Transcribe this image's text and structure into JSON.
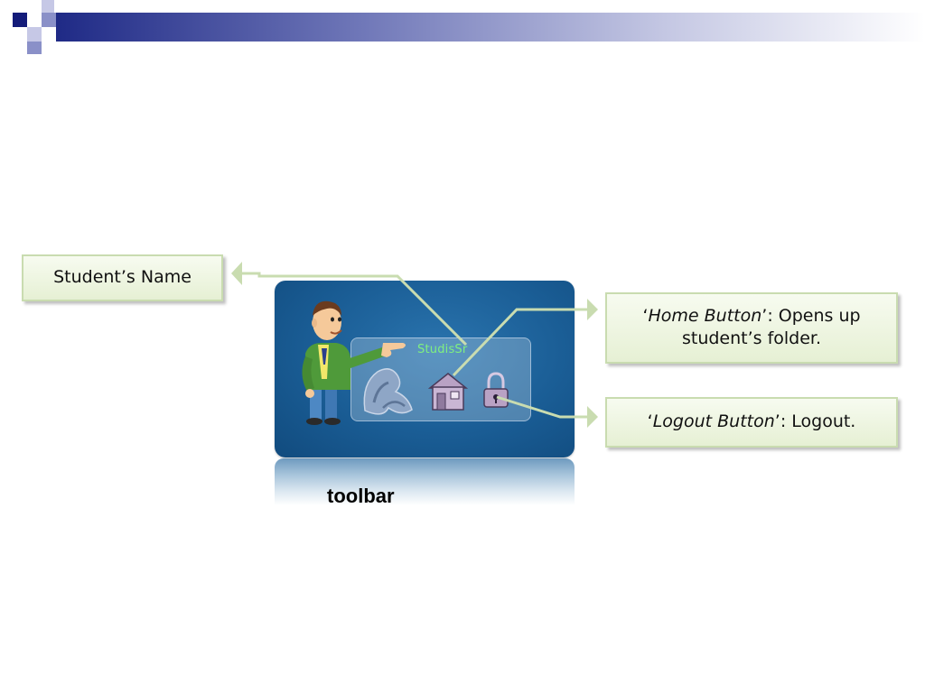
{
  "slide": {
    "caption": "toolbar"
  },
  "toolbar": {
    "student_name_text": "StudisSr",
    "colors": {
      "panel": "#1a5d95",
      "name_text": "#7ff07f",
      "callout_border": "#c9dcb0",
      "connector": "#c9dcb0"
    },
    "icons": [
      "cartoon-teacher-icon",
      "avatar-icon",
      "home-icon",
      "lock-icon"
    ]
  },
  "callouts": {
    "student_name": {
      "label": "Student’s Name"
    },
    "home_button": {
      "quote_open": "‘",
      "term": "Home Button",
      "quote_close": "’",
      "rest_line1": ": Opens up",
      "line2": "student’s folder."
    },
    "logout_button": {
      "quote_open": "‘",
      "term": "Logout Button",
      "quote_close": "’",
      "rest": ": Logout."
    }
  }
}
